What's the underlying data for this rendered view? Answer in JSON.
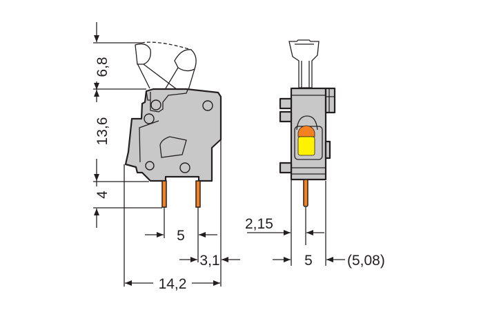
{
  "drawing": {
    "side_view": {
      "dimensions": {
        "lever_height": "6,8",
        "body_height": "13,6",
        "pin_length": "4",
        "pin_pitch": "5",
        "pin_to_edge": "3,1",
        "overall_width": "14,2"
      }
    },
    "front_view": {
      "dimensions": {
        "pin_offset": "2,15",
        "width": "5",
        "alt_width": "(5,08)"
      }
    },
    "colors": {
      "housing": "#c8c8c9",
      "pin": "#f58220",
      "actuator_orange": "#f58220",
      "actuator_yellow": "#fff200",
      "lines": "#231f20"
    }
  }
}
